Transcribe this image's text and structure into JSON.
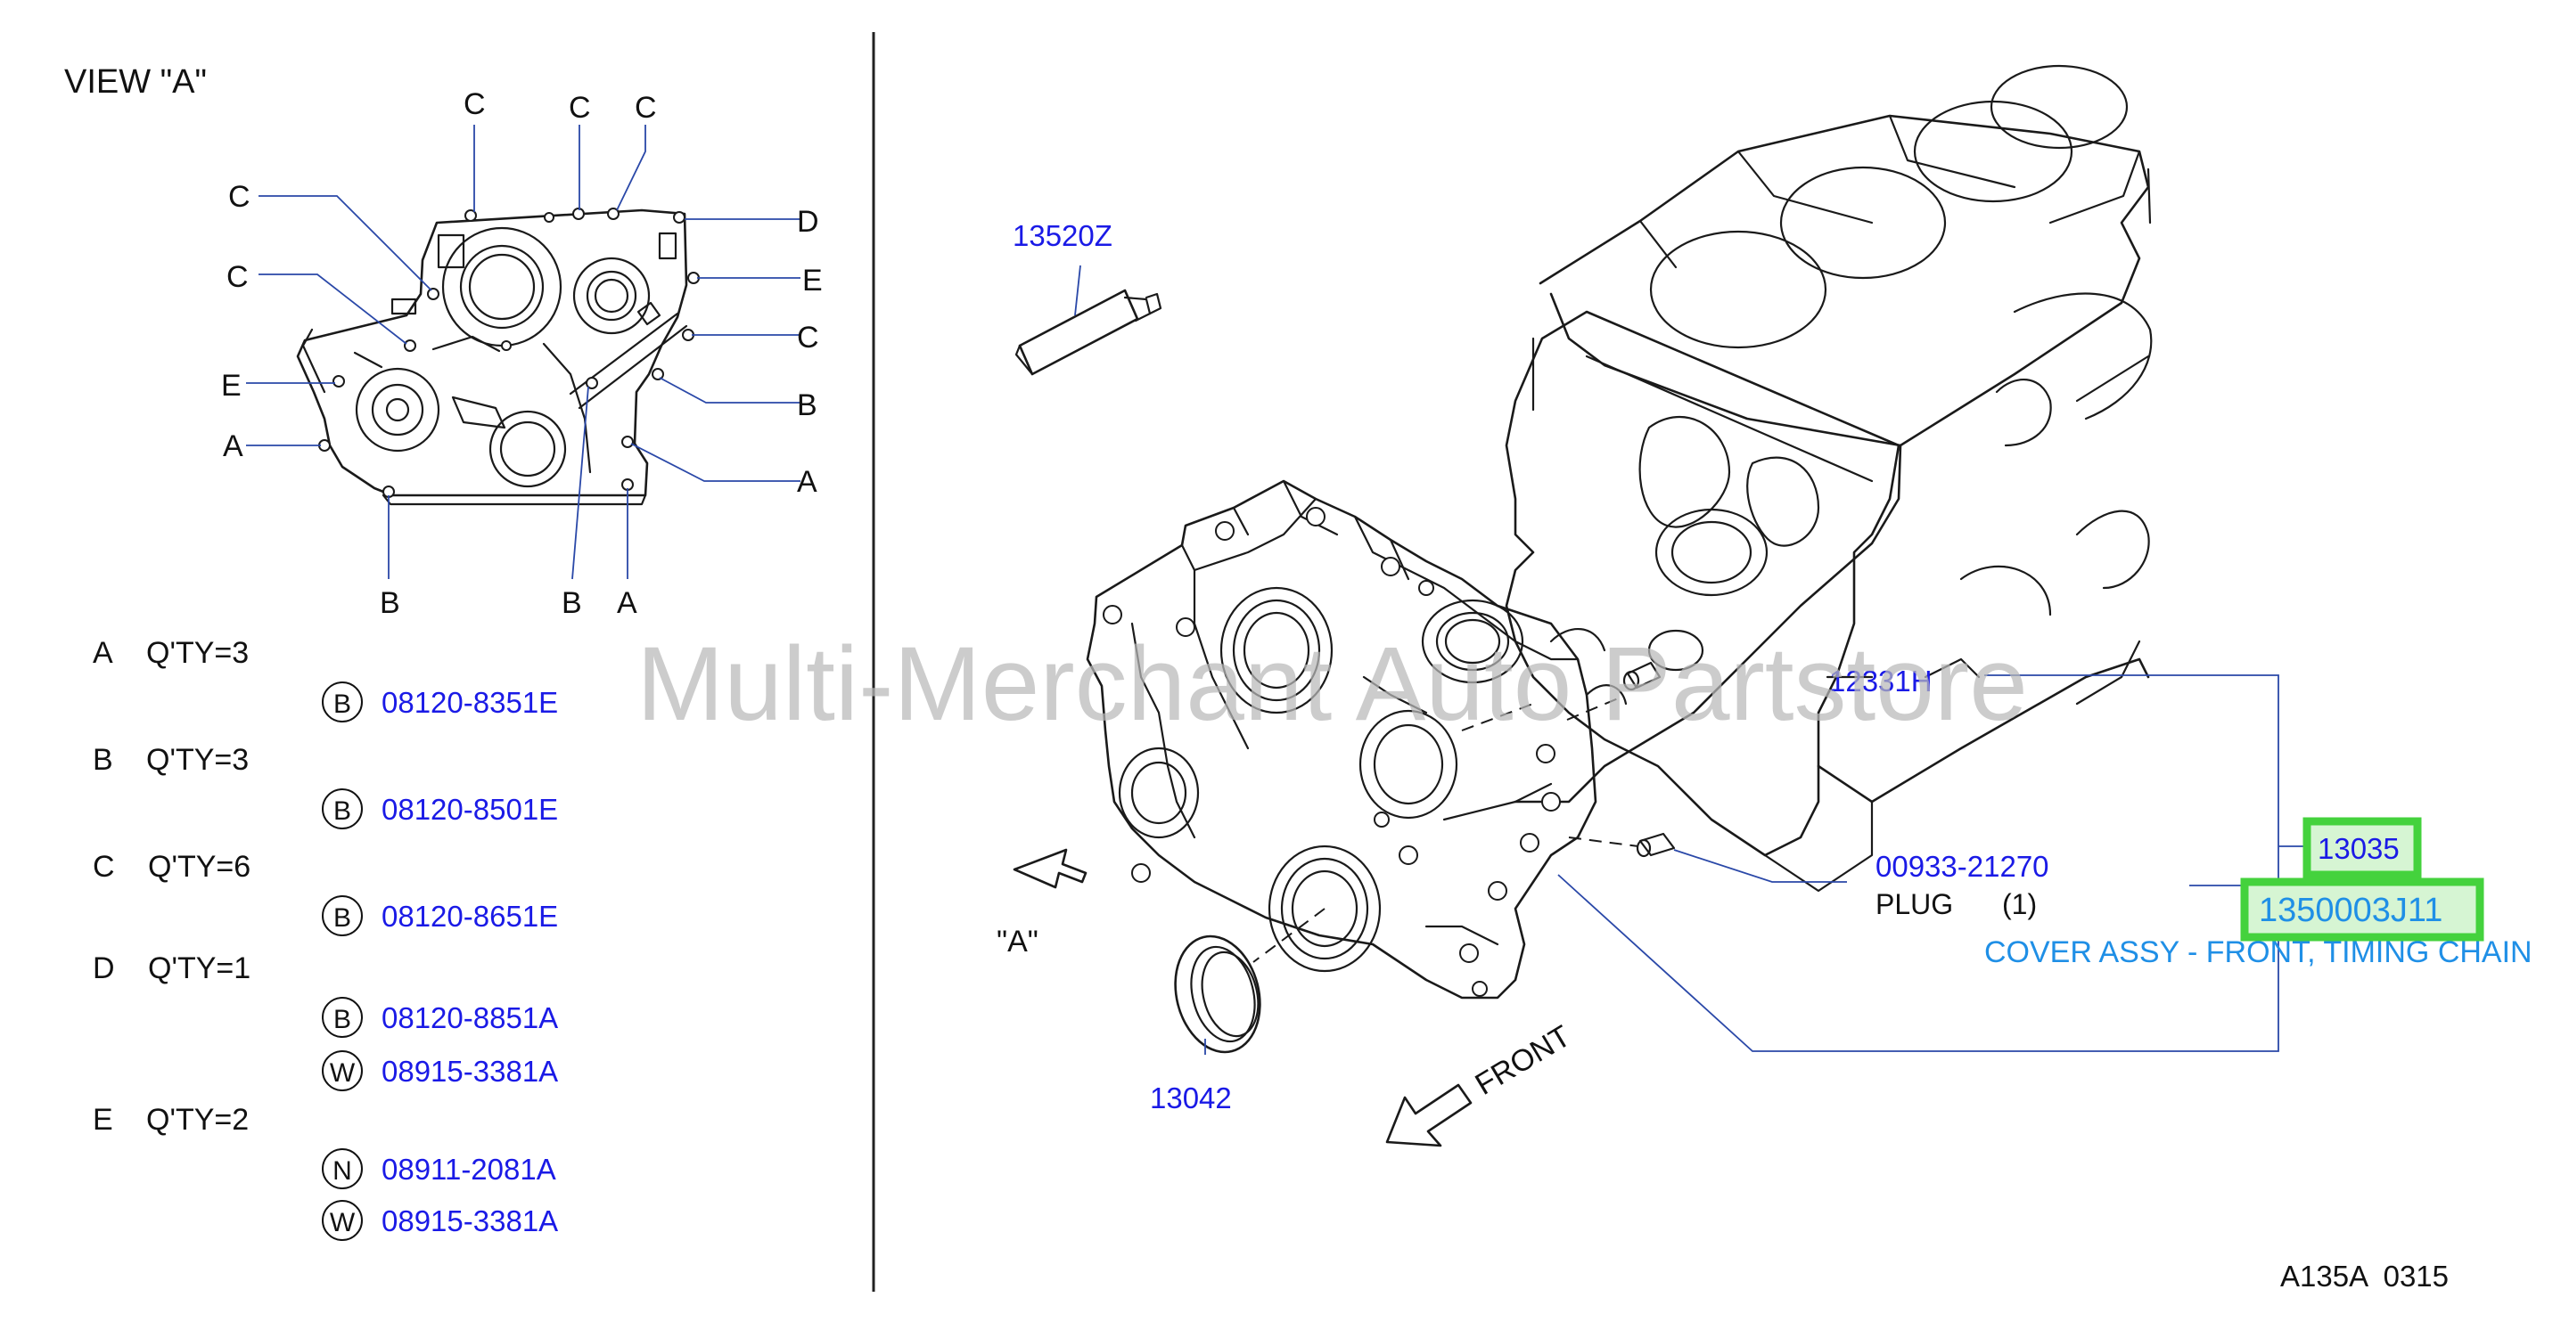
{
  "view_title": "VIEW  \"A\"",
  "view_labels": {
    "c1": "C",
    "c2": "C",
    "c3": "C",
    "c4": "C",
    "c5": "C",
    "c6": "C",
    "d1": "D",
    "e1": "E",
    "e2": "E",
    "b1": "B",
    "b2": "B",
    "b3": "B",
    "a1": "A",
    "a2": "A",
    "a3": "A"
  },
  "bolt_list": [
    {
      "letter": "A",
      "qty": "Q'TY=3",
      "parts": [
        {
          "badge": "B",
          "number": "08120-8351E"
        }
      ]
    },
    {
      "letter": "B",
      "qty": "Q'TY=3",
      "parts": [
        {
          "badge": "B",
          "number": "08120-8501E"
        }
      ]
    },
    {
      "letter": "C",
      "qty": "Q'TY=6",
      "parts": [
        {
          "badge": "B",
          "number": "08120-8651E"
        }
      ]
    },
    {
      "letter": "D",
      "qty": "Q'TY=1",
      "parts": [
        {
          "badge": "B",
          "number": "08120-8851A"
        },
        {
          "badge": "W",
          "number": "08915-3381A"
        }
      ]
    },
    {
      "letter": "E",
      "qty": "Q'TY=2",
      "parts": [
        {
          "badge": "N",
          "number": "08911-2081A"
        },
        {
          "badge": "W",
          "number": "08915-3381A"
        }
      ]
    }
  ],
  "callouts": {
    "sealant": "13520Z",
    "dowel": "12331H",
    "plug_number": "00933-21270",
    "plug_label": "PLUG",
    "plug_qty": "(1)",
    "seal": "13042",
    "cover_group": "13035",
    "cover_part": "1350003J11",
    "cover_desc": "COVER ASSY - FRONT, TIMING CHAIN",
    "view_marker": "\"A\"",
    "front": "FRONT"
  },
  "watermark": "Multi-Merchant Auto Partstore",
  "diagram_code": "A135A  0315",
  "colors": {
    "part_number": "#1a1ae6",
    "description": "#1f8fe6",
    "highlight": "#44d23d",
    "text": "#111111"
  }
}
